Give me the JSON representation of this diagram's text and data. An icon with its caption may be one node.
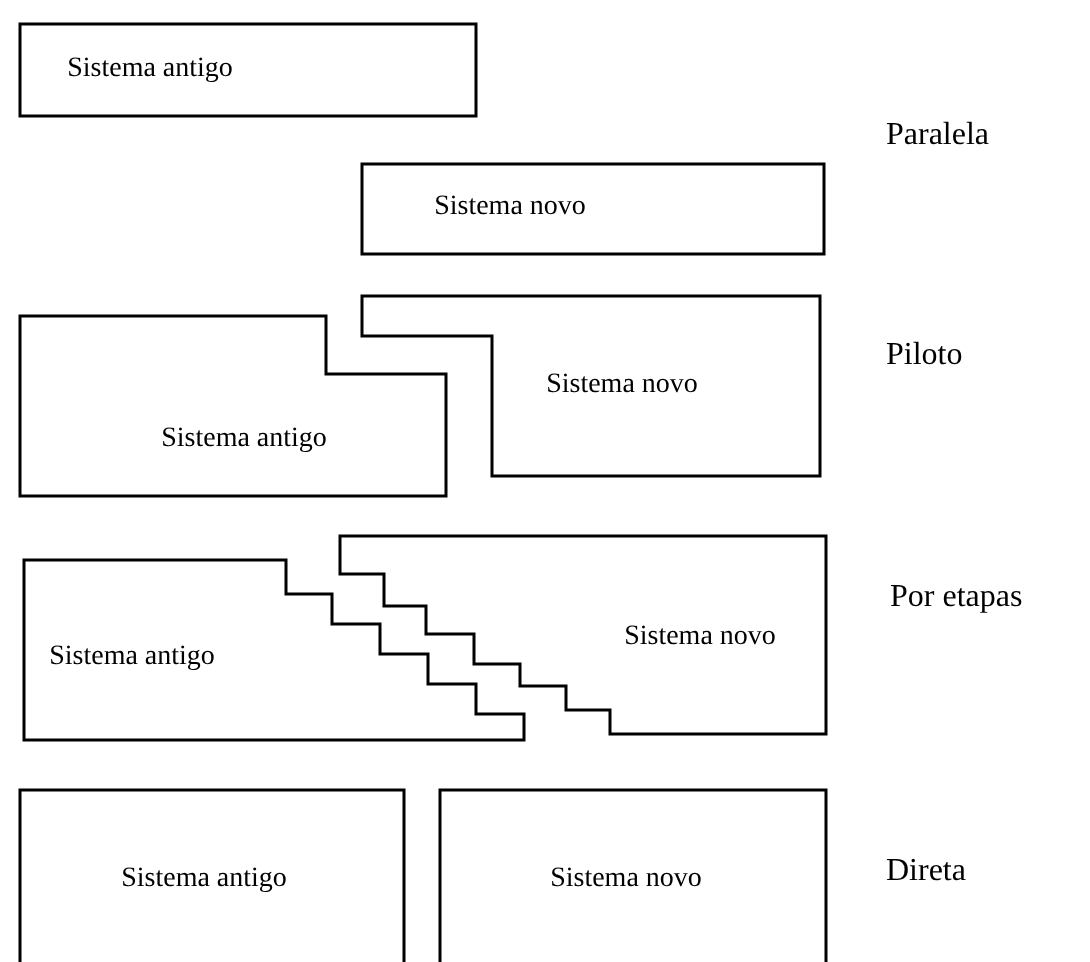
{
  "diagram": {
    "nodes": [
      {
        "text": [
          "Sistema antigo"
        ]
      },
      {
        "text": [
          "Sistema novo"
        ]
      },
      {
        "text": [
          "Sistema antigo"
        ]
      },
      {
        "text": [
          "Sistema novo"
        ]
      },
      {
        "text": [
          "Sistema antigo"
        ]
      },
      {
        "text": [
          "Sistema novo"
        ]
      },
      {
        "text": [
          "Sistema antigo"
        ]
      },
      {
        "text": [
          "Sistema novo"
        ]
      }
    ],
    "labels": [
      "Paralela",
      "Piloto",
      "Por etapas",
      "Direta"
    ]
  }
}
